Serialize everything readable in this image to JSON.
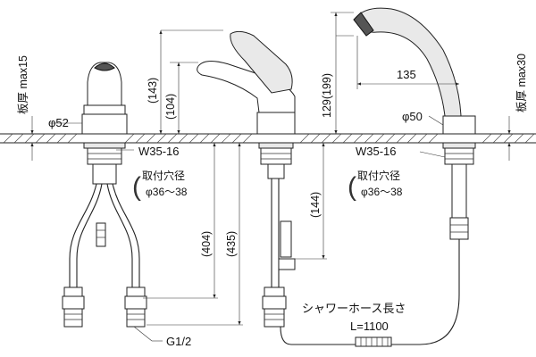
{
  "labels": {
    "plate_thickness_left": "板厚 max15",
    "plate_thickness_right": "板厚 max30",
    "diameter_52": "φ52",
    "diameter_50": "φ50",
    "thread_left": "W35-16",
    "thread_right": "W35-16",
    "hole_title_left": "取付穴径",
    "hole_range_left": "φ36〜38",
    "hole_title_right": "取付穴径",
    "hole_range_right": "φ36〜38",
    "dim_143": "(143)",
    "dim_104": "(104)",
    "dim_129_199": "129(199)",
    "dim_135": "135",
    "dim_404": "(404)",
    "dim_435": "(435)",
    "dim_144": "(144)",
    "hose_title": "シャワーホース長さ",
    "hose_length": "L=1100",
    "pipe_thread": "G1/2"
  }
}
